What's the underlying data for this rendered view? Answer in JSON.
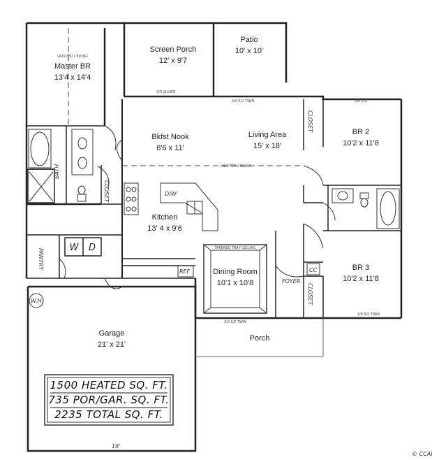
{
  "rooms": {
    "screen_porch": {
      "name": "Screen Porch",
      "dims": "12' x 9'7"
    },
    "patio": {
      "name": "Patio",
      "dims": "10' x 10'"
    },
    "master": {
      "note": "VAULTED CEILING",
      "name": "Master BR",
      "dims": "13'4 x 14'4"
    },
    "bkfst": {
      "name": "Bkfst Nook",
      "dims": "8'6 x 11'"
    },
    "living": {
      "name": "Living Area",
      "dims": "15' x 18'"
    },
    "br2": {
      "name": "BR 2",
      "dims": "10'2 x 11'8"
    },
    "kitchen": {
      "name": "Kitchen",
      "dims": "13' 4 x 9'6"
    },
    "dining": {
      "name": "Dining Room",
      "dims": "10'1 x 10'8",
      "note": "TAPERED TRAY CEILING"
    },
    "br3": {
      "name": "BR 3",
      "dims": "10'2 x 11'8"
    },
    "garage": {
      "name": "Garage",
      "dims": "21' x 21'"
    },
    "porch": {
      "name": "Porch"
    }
  },
  "labels": {
    "bath": "BATH",
    "closet": "CLOSET",
    "pantry": "PANTRY",
    "washer": "W",
    "dryer": "D",
    "dw": "D/W",
    "ref": "REF",
    "foyer": "FOYER",
    "coat": "CC",
    "wh": "W.H.",
    "vaulted_ceiling": "VAULTED CEILING",
    "door_slider": "6/0 SLIDER",
    "door_twin1": "3/0 5/2 TWIN",
    "door_br2": "3/0 5/2",
    "door_twin2": "3/0 5/2 TWIN",
    "door_twin3": "3/0 5/2 TWIN",
    "garage_width": "16'",
    "copyright": "© CCAR"
  },
  "summary": {
    "heated": "1500 HEATED SQ. FT.",
    "porch_garage": "735 POR/GAR. SQ. FT.",
    "total": "2235 TOTAL SQ. FT."
  }
}
